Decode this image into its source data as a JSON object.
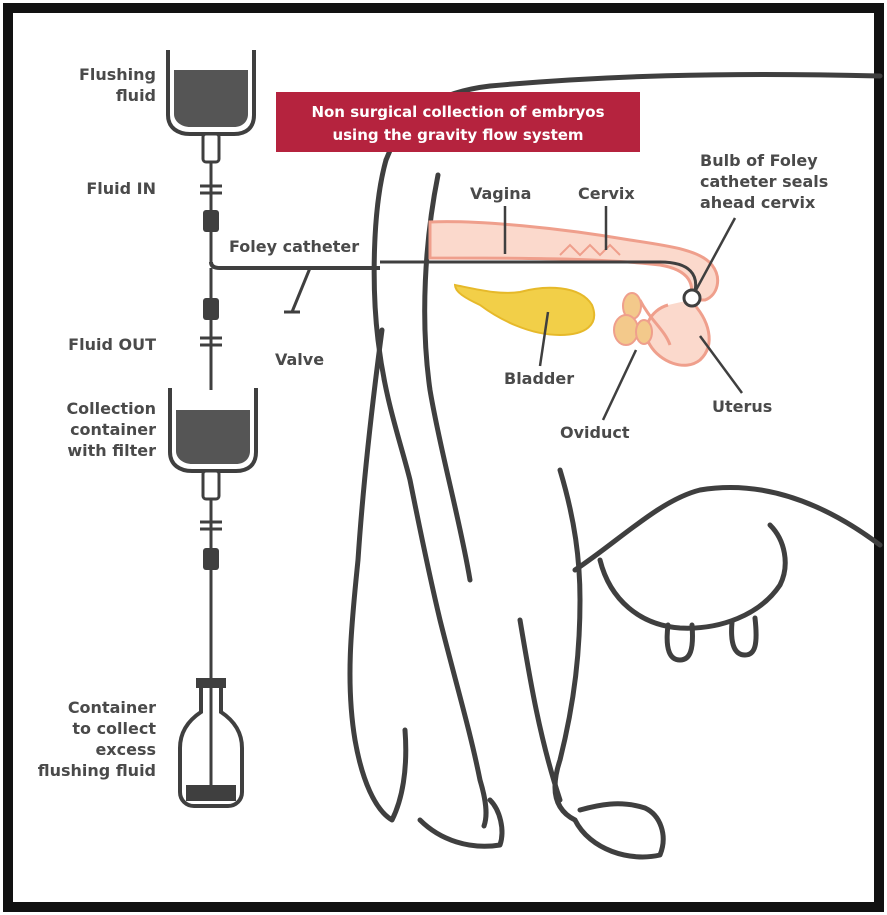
{
  "title": {
    "line1": "Non surgical collection of embryos",
    "line2": "using the gravity flow system"
  },
  "labels": {
    "flushing_fluid_1": "Flushing",
    "flushing_fluid_2": "fluid",
    "fluid_in": "Fluid IN",
    "foley_catheter": "Foley catheter",
    "fluid_out": "Fluid OUT",
    "valve": "Valve",
    "collection_1": "Collection",
    "collection_2": "container",
    "collection_3": "with filter",
    "excess_1": "Container",
    "excess_2": "to collect",
    "excess_3": "excess",
    "excess_4": "flushing fluid",
    "vagina": "Vagina",
    "cervix": "Cervix",
    "bulb_1": "Bulb of Foley",
    "bulb_2": "catheter seals",
    "bulb_3": "ahead cervix",
    "bladder": "Bladder",
    "oviduct": "Oviduct",
    "uterus": "Uterus"
  },
  "colors": {
    "title_bg": "#b5233e",
    "outline": "#3f3f3f",
    "fluid": "#555555",
    "bladder": "#f2cf48",
    "tract_fill": "#fbd9cc",
    "tract_stroke": "#ef9f8c",
    "ovary": "#f3c98b"
  }
}
